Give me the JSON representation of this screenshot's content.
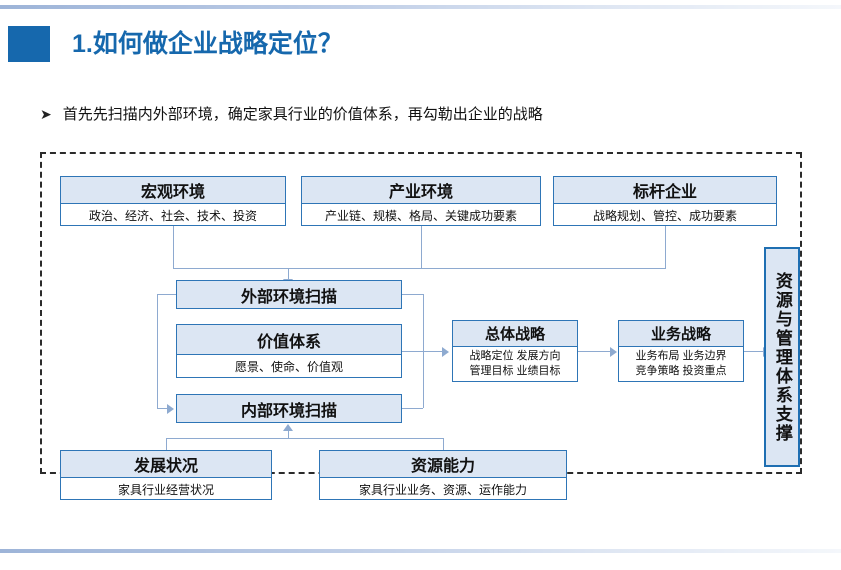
{
  "header": {
    "number_title": "1.如何做企业战略定位？",
    "accent_color": "#1668ad"
  },
  "bullet": {
    "marker": "➤",
    "text": "首先先扫描内外部环境，确定家具行业的价值体系，再勾勒出企业的战略"
  },
  "diagram": {
    "top_row": [
      {
        "title": "宏观环境",
        "detail": "政治、经济、社会、技术、投资"
      },
      {
        "title": "产业环境",
        "detail": "产业链、规模、格局、关键成功要素"
      },
      {
        "title": "标杆企业",
        "detail": "战略规划、管控、成功要素"
      }
    ],
    "middle_left": [
      {
        "title": "外部环境扫描",
        "detail": ""
      },
      {
        "title": "价值体系",
        "detail": "愿景、使命、价值观"
      },
      {
        "title": "内部环境扫描",
        "detail": ""
      }
    ],
    "strategy": [
      {
        "title": "总体战略",
        "line1": "战略定位  发展方向",
        "line2": "管理目标  业绩目标"
      },
      {
        "title": "业务战略",
        "line1": "业务布局  业务边界",
        "line2": "竞争策略  投资重点"
      }
    ],
    "bottom_row": [
      {
        "title": "发展状况",
        "detail": "家具行业经营状况"
      },
      {
        "title": "资源能力",
        "detail": "家具行业业务、资源、运作能力"
      }
    ],
    "pillar": {
      "title": "资源与管理体系支撑"
    },
    "colors": {
      "box_border": "#2e75b6",
      "box_header_fill": "#dce6f3",
      "connector": "#8eaad0",
      "frame_border": "#2b2b2b"
    }
  }
}
